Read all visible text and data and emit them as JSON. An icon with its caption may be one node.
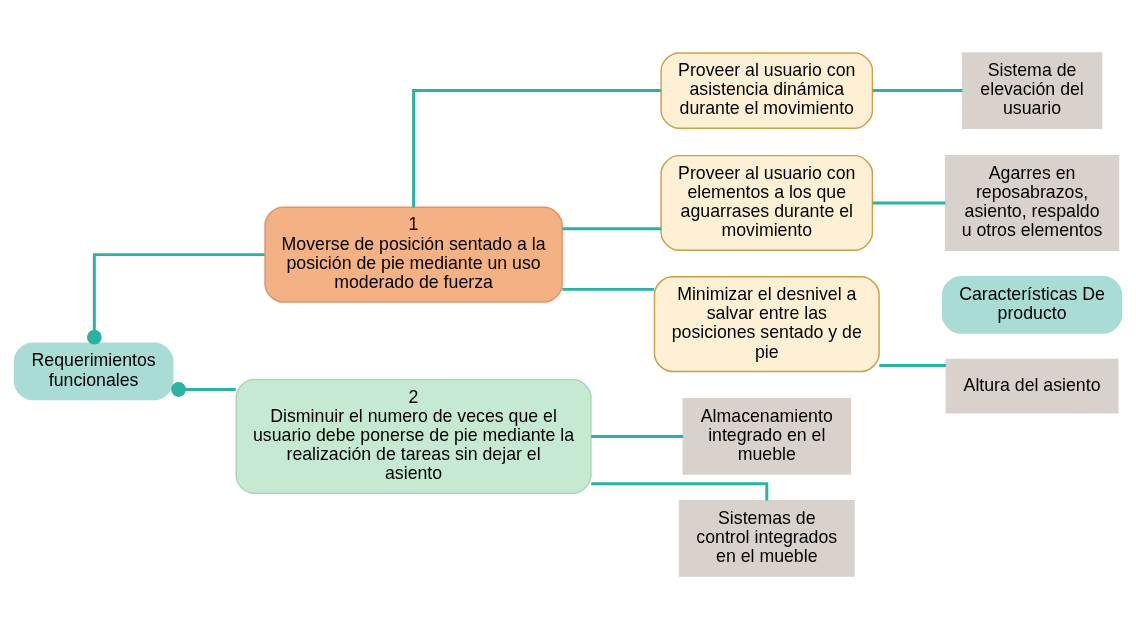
{
  "diagram": {
    "nodes": [
      {
        "text": [
          "Requerimientos funcionales"
        ]
      },
      {
        "text": [
          "1",
          "Moverse de posición sentado a la posición de pie mediante un uso moderado de fuerza"
        ]
      },
      {
        "text": [
          "2",
          "Disminuir el numero de veces que el usuario debe ponerse de pie mediante la realización de tareas sin dejar el asiento"
        ]
      },
      {
        "text": [
          "Minimizar el desnivel a salvar entre las posiciones sentado y de pie"
        ]
      },
      {
        "text": [
          "Proveer al usuario con asistencia dinámica durante el movimiento"
        ]
      },
      {
        "text": [
          "Proveer al usuario con elementos a los que aguarrases durante el movimiento"
        ]
      },
      {
        "text": [
          "Características De producto"
        ]
      },
      {
        "text": [
          "Altura del asiento"
        ]
      },
      {
        "text": [
          "Sistema de elevación del usuario"
        ]
      },
      {
        "text": [
          "Agarres en reposabrazos, asiento, respaldo u otros elementos"
        ]
      },
      {
        "text": [
          "Sistemas de control integrados en el mueble"
        ]
      },
      {
        "text": [
          "Almacenamiento integrado en el mueble"
        ]
      }
    ],
    "edges": [
      {
        "from": 0,
        "to": 1,
        "arrow": "other"
      },
      {
        "from": 0,
        "to": 2,
        "arrow": "other"
      },
      {
        "from": 1,
        "to": 3,
        "arrow": "none"
      },
      {
        "from": 1,
        "to": 4,
        "arrow": "none"
      },
      {
        "from": 1,
        "to": 5,
        "arrow": "none"
      },
      {
        "from": 3,
        "to": 7,
        "arrow": "none"
      },
      {
        "from": 4,
        "to": 8,
        "arrow": "none"
      },
      {
        "from": 5,
        "to": 9,
        "arrow": "none"
      },
      {
        "from": 2,
        "to": 10,
        "arrow": "none"
      },
      {
        "from": 2,
        "to": 11,
        "arrow": "none"
      }
    ]
  }
}
